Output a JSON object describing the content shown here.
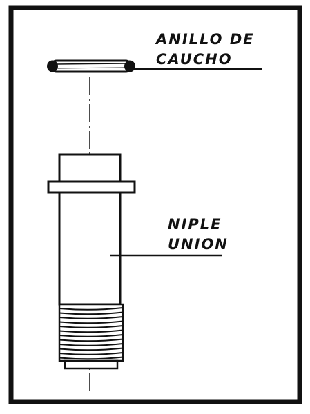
{
  "diagram": {
    "labels": {
      "ring_line1": "ANILLO  DE",
      "ring_line2": "CAUCHO",
      "nipple_line1": "NIPLE",
      "nipple_line2": "UNION"
    },
    "colors": {
      "ink": "#111111",
      "paper": "#ffffff"
    }
  }
}
